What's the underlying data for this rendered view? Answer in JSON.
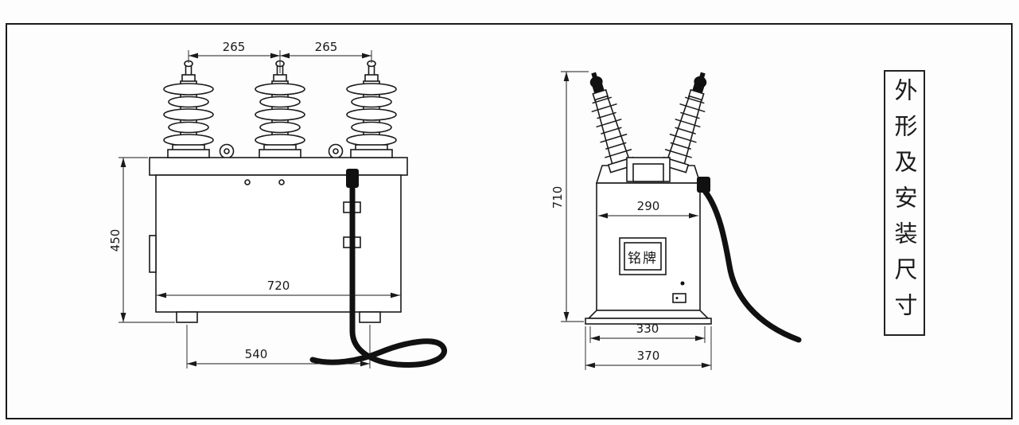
{
  "title_panel": {
    "text": "外形及安装尺寸"
  },
  "front_view": {
    "dim_spacing_left": "265",
    "dim_spacing_right": "265",
    "dim_height": "450",
    "dim_body_width": "720",
    "dim_foot_span": "540"
  },
  "side_view": {
    "dim_height": "710",
    "dim_body_width": "290",
    "dim_base_inner": "330",
    "dim_base_outer": "370",
    "nameplate_label": "铭牌"
  },
  "colors": {
    "line": "#1a1a1a",
    "background": "#fdfdfd"
  }
}
